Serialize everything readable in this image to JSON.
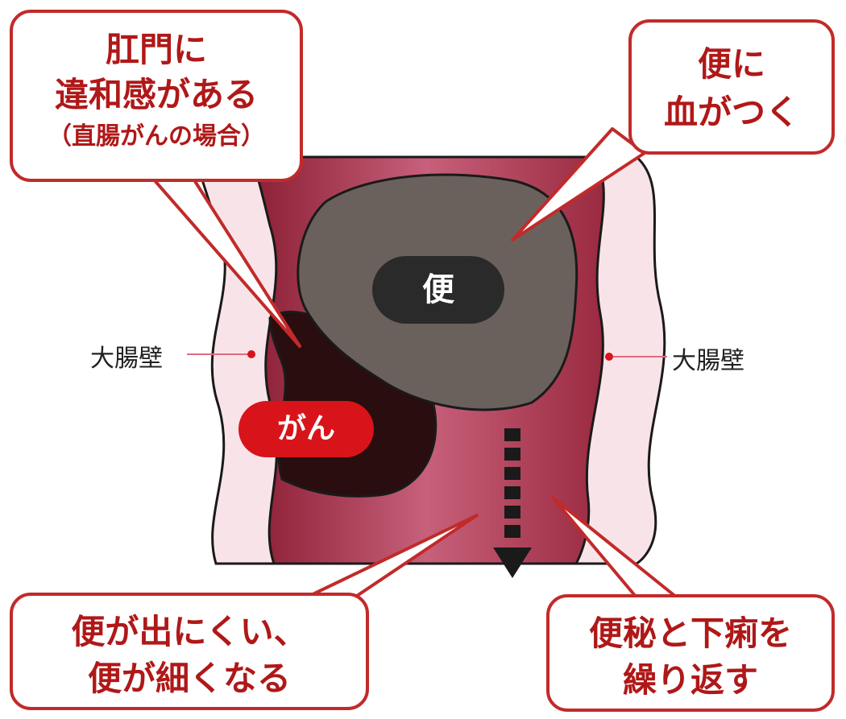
{
  "callouts": {
    "anal_discomfort": {
      "lines": [
        "肛門に",
        "違和感がある",
        "（直腸がんの場合）"
      ]
    },
    "blood_in_stool": {
      "lines": [
        "便に",
        "血がつく"
      ]
    },
    "hard_to_pass": {
      "lines": [
        "便が出にくい、",
        "便が細くなる"
      ]
    },
    "constipation_diarrhea": {
      "lines": [
        "便秘と下痢を",
        "繰り返す"
      ]
    }
  },
  "labels": {
    "wall_left": "大腸壁",
    "wall_right": "大腸壁",
    "stool": "便",
    "cancer": "がん"
  },
  "colors": {
    "callout_border": "#c22a2a",
    "callout_text": "#b01818",
    "lumen": "#a8324a",
    "wall": "#f8e4e8",
    "stool": "#6b615c",
    "tumor": "#2a0d0e",
    "cancer_badge": "#d8141a"
  }
}
